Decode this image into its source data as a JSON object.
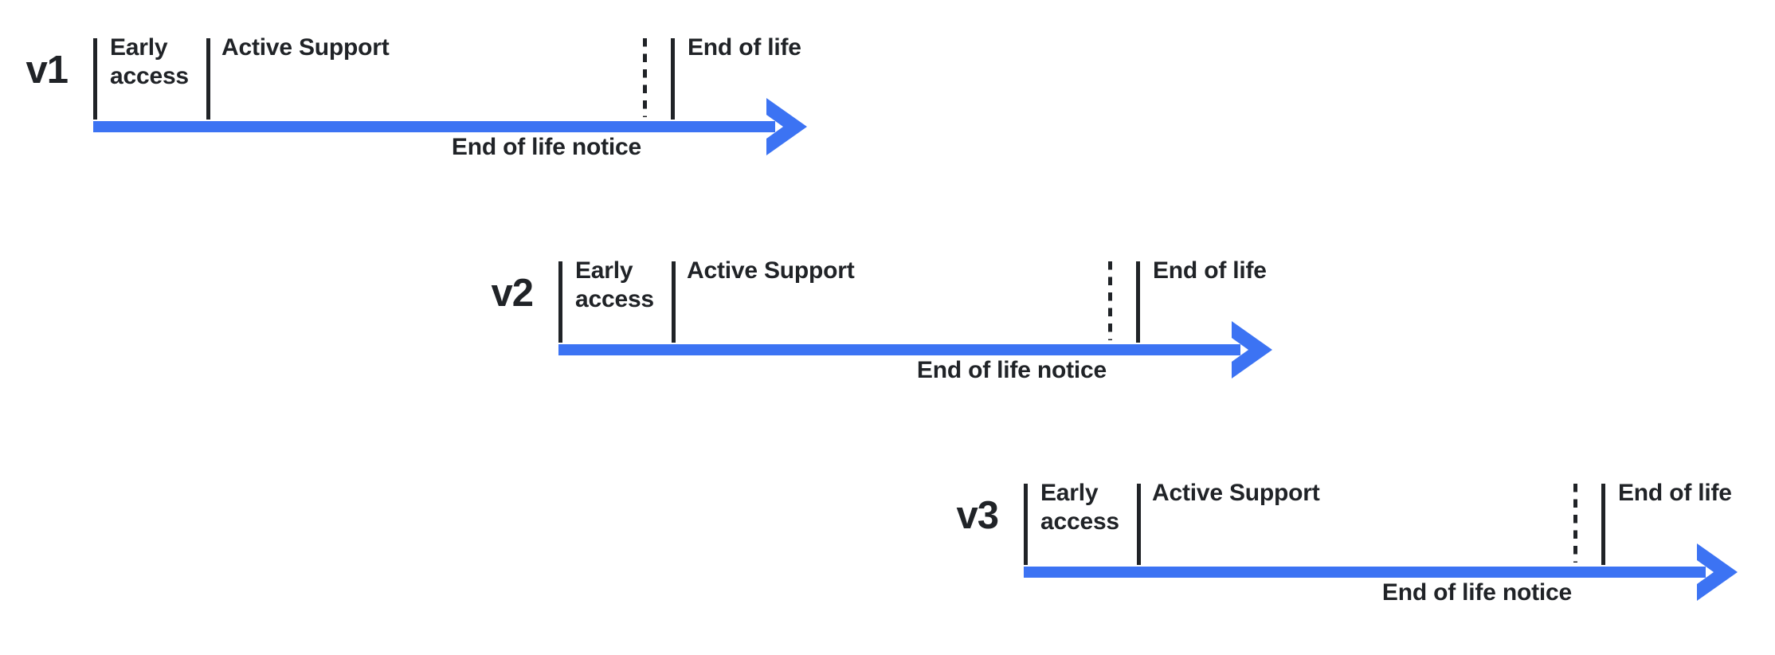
{
  "colors": {
    "arrow_blue": "#3C73F3",
    "ink": "#202327",
    "background": "#FFFFFF"
  },
  "phases": {
    "early_access": "Early access",
    "active_support": "Active Support",
    "end_of_life": "End of life",
    "end_of_life_notice": "End of life notice"
  },
  "timelines": [
    {
      "version": "v1"
    },
    {
      "version": "v2"
    },
    {
      "version": "v3"
    }
  ]
}
